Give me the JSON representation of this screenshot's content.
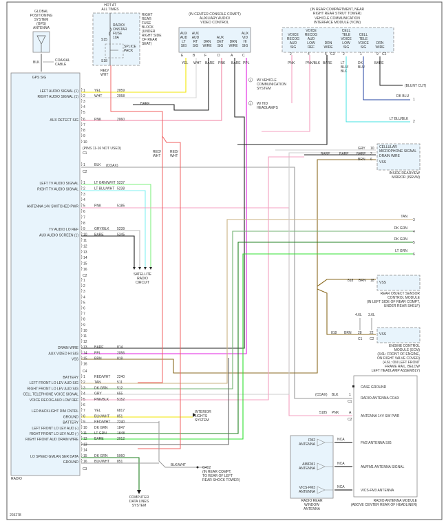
{
  "diagram_id": "203278",
  "components": {
    "gps_antenna": {
      "title": [
        "GLOBAL",
        "POSITIONING",
        "SYSTEM",
        "(GPS)",
        "ANTENNA"
      ],
      "wire_color": "BLK",
      "cable_label": [
        "COAXIAL",
        "CABLE"
      ]
    },
    "fuse_block": {
      "header": [
        "HOT AT",
        "ALL TIMES"
      ],
      "fuse_label": [
        "RADIO/",
        "ONSTAR",
        "FUSE",
        "10A"
      ],
      "splice_top": "S15",
      "splice_bottom": "S18",
      "splice_pack": [
        "SPLICE",
        "PACK"
      ],
      "location": [
        "RIGHT",
        "REAR",
        "FUSE",
        "BLOCK",
        "(UNDER",
        "RIGHT SIDE",
        "OF REAR",
        "SEAT)"
      ],
      "output_wire": [
        "RED/",
        "WHT"
      ]
    },
    "aux_av_control": {
      "location": "(IN CENTER CONSOLE COMPT)",
      "title": [
        "AUXILIARY AUDIO/",
        "VIDEO CONTROL"
      ],
      "pins": [
        {
          "label": [
            "AUX",
            "AUD",
            "LT",
            "SIG"
          ],
          "pin": "E",
          "wire": "YEL",
          "color": "#f2e600"
        },
        {
          "label": [
            "AUX",
            "AUD",
            "RT",
            "SIG"
          ],
          "pin": "B",
          "wire": "WHT",
          "color": "#d8d8d8"
        },
        {
          "label": [
            "DRN",
            "WIRE"
          ],
          "pin": "F",
          "wire": "BARE",
          "color": "#222222"
        },
        {
          "label": [
            "AUX",
            "DET",
            "SIG"
          ],
          "pin": "D",
          "wire": "PNK",
          "color": "#f080a0"
        },
        {
          "label": [
            "DRN",
            "WIRE"
          ],
          "pin": "A",
          "wire": "BARE",
          "color": "#222222"
        },
        {
          "label": [
            "AUX",
            "VID",
            "HI",
            "SIG"
          ],
          "pin": "C",
          "wire": "PPL",
          "color": "#e020e0"
        }
      ]
    },
    "vcim": {
      "location": [
        "(IN REAR COMPARTMENT, NEAR",
        "RIGHT REAR STRUT TOWER)"
      ],
      "title": [
        "VEHICLE COMMUNICATION",
        "INTERFACE MODULE (VCIM)"
      ],
      "pins": [
        {
          "label": [
            "VOICE",
            "RECOG",
            "AUD",
            "SIG"
          ],
          "pin": "2",
          "wire": "PNK",
          "color": "#f4a0c0"
        },
        {
          "label": [
            "VOICE",
            "RECOG",
            "AUD",
            "LOW",
            "REF"
          ],
          "pin": "4",
          "wire": "PNK/BLK",
          "color": "#f4a0c0"
        },
        {
          "label": [
            "DRN",
            "WIRE"
          ],
          "pin": "5",
          "wire": "BARE",
          "color": "#222222",
          "connector": "C3"
        },
        {
          "label": [
            "CELL",
            "TELE",
            "VOICE",
            "LOW",
            "SIG"
          ],
          "pin": "2",
          "wire": "LT BLU/ BLK",
          "color": "#40e0e0"
        },
        {
          "label": [
            "CELL",
            "TELE",
            "VOICE",
            "SIG"
          ],
          "pin": "1",
          "wire": "DK BLU",
          "color": "#2040a0"
        },
        {
          "label": [
            "DRN",
            "WIRE"
          ],
          "pin": "9",
          "wire": "BARE",
          "color": "#222222",
          "connector": "C2"
        }
      ],
      "blunt_cut": "(BLUNT CUT)",
      "outputs": [
        {
          "wire": "DK BLU",
          "pin": "1"
        },
        {
          "wire": "LT BLU/BLK",
          "pin": "2"
        }
      ]
    },
    "notes": [
      {
        "num": "1",
        "text": [
          "W/ VEHICLE",
          "COMMUNICATION",
          "SYSTEM"
        ]
      },
      {
        "num": "2",
        "text": [
          "W/ HID",
          "HEADLAMPS"
        ]
      }
    ],
    "mirror": {
      "pins": [
        {
          "wire": "GRY",
          "pin": "10",
          "label": "CELLULAR MICROPHONE SIGNAL"
        },
        {
          "wire": "BARE",
          "pin": "2",
          "label": "DRAIN WIRE"
        },
        {
          "wire": "BRN",
          "pin": "6",
          "label": "VSS"
        }
      ],
      "cellular_line1": "CELLULAR",
      "cellular_line2": "MICROPHONE SIGNAL",
      "title": [
        "INSIDE REARVIEW",
        "MIRROR (ISRVM)"
      ],
      "bare_labels": [
        "BARE",
        "BARE"
      ]
    },
    "right_outputs": [
      {
        "wire": "TAN",
        "pin": "3",
        "color": "#c8b080"
      },
      {
        "wire": "DK GRN",
        "pin": "4",
        "color": "#70b070"
      },
      {
        "wire": "DK GRN",
        "pin": "5",
        "color": "#208020"
      },
      {
        "wire": "LT GRN",
        "pin": "6",
        "color": "#30e030"
      }
    ],
    "rear_object": {
      "circuit": "818",
      "wire": "BRN",
      "pin": "18",
      "pin_label": "VSS",
      "title": [
        "REAR OBJECT SENSOR",
        "CONTROL MODULE",
        "(IN LEFT SIDE OF REAR COMPT,",
        "UNDER REAR SHELF)"
      ]
    },
    "ecm": {
      "circuit": "818",
      "wire": "BRN",
      "engines": [
        "4.6L",
        "3.6L"
      ],
      "pins": [
        "28",
        "22"
      ],
      "connectors": [
        "C1",
        "C2"
      ],
      "pin_label": "VSS",
      "title": [
        "ENGINE CONTROL",
        "MODULE (ECM)",
        "(3.6L: FRONT OF ENGINE,",
        "ON RIGHT VALVE COVER)",
        "(4.6L: ON LEFT FRONT",
        "FRAME RAIL, BELOW",
        "LEFT HEADLAMP ASSEMBLY)"
      ]
    },
    "antenna_module": {
      "title": [
        "RADIO ANTENNA MODULE",
        "(ABOVE CENTER REAR OF HEADLINER)"
      ],
      "rows": [
        {
          "label": "CASE GROUND"
        },
        {
          "label": "RADIO ANTENNA COAX",
          "wire_note": "(COAX)",
          "wire": "BLK",
          "pin": "1",
          "connector": "C1"
        },
        {
          "label": "ANTENNA 14V SW PWR",
          "circuit": "5185",
          "wire": "PNK",
          "pin": "A",
          "connector": "C2"
        },
        {
          "label": "FM2 ANTENNA SIG",
          "wire": "NCA"
        },
        {
          "label": "AM/FM1 ANTENNA SIGNAL",
          "wire": "NCA"
        },
        {
          "label": "VICS-FM3 ANTENNA",
          "wire": "NCA"
        }
      ]
    },
    "rear_window_antenna": {
      "title": [
        "RADIO REAR",
        "WINDOW",
        "ANTENNA"
      ],
      "items": [
        [
          "FM2",
          "ANTENNA"
        ],
        [
          "AM/FM1",
          "ANTENNA"
        ],
        [
          "VICS-FM3",
          "ANTENNA"
        ]
      ]
    },
    "satellite": [
      "SATELLITE",
      "RADIO",
      "CIRCUIT"
    ],
    "interior_lights": [
      "INTERIOR",
      "LIGHTS",
      "SYSTEM"
    ],
    "computer_data": [
      "COMPUTER",
      "DATA LINES",
      "SYSTEM"
    ],
    "ground": {
      "wire": "BLK/WHT",
      "id": "G402",
      "location": [
        "(IN REAR COMPT,",
        "TO REAR OF LEFT",
        "REAR SHOCK TOWER)"
      ]
    }
  },
  "radio": {
    "title": "RADIO",
    "gps_sig": "GPS SIG",
    "c1": {
      "connector": "C1",
      "note": "(PINS 11-16 NOT USED)",
      "pins": [
        {
          "pin": "1",
          "label": "LEFT AUDIO SIGNAL (1)",
          "wire": "YEL",
          "circuit": "2059"
        },
        {
          "pin": "2",
          "label": "RIGHT AUDIO SIGNAL (1)",
          "wire": "WHT",
          "circuit": "2058"
        },
        {
          "pin": "3"
        },
        {
          "pin": "4"
        },
        {
          "pin": "5"
        },
        {
          "pin": "6",
          "label": "AUX DETECT SIG",
          "wire": "PNK",
          "circuit": "2060"
        },
        {
          "pin": "7"
        },
        {
          "pin": "8"
        },
        {
          "pin": "9"
        },
        {
          "pin": "10"
        }
      ],
      "bare_label": "BARE"
    },
    "coax": {
      "pin": "1",
      "wire": "BLK",
      "note": "(COAX)",
      "connector": "C2"
    },
    "c2": {
      "connector": "C2",
      "pins": [
        {
          "pin": "1",
          "label": "LEFT TV AUDIO SIGNAL",
          "wire": "LT GRN/WHT",
          "circuit": "5237"
        },
        {
          "pin": "2",
          "label": "RIGHT TV AUDIO SIGNAL",
          "wire": "LT BLU/WHT",
          "circuit": "5238"
        },
        {
          "pin": "3"
        },
        {
          "pin": "4"
        },
        {
          "pin": "5",
          "label": "ANTENNA 14V SWITCHED PWR",
          "wire": "PNK",
          "circuit": "5185"
        },
        {
          "pin": "6"
        },
        {
          "pin": "7"
        },
        {
          "pin": "8"
        },
        {
          "pin": "9",
          "label": "TV AUDIO LO REF",
          "wire": "GRY/BLK",
          "circuit": "5239"
        },
        {
          "pin": "10",
          "label": "AUX AUDIO SCREEN (1)",
          "wire": "BARE",
          "circuit": "5345"
        },
        {
          "pin": "11"
        },
        {
          "pin": "12"
        },
        {
          "pin": "13"
        },
        {
          "pin": "14"
        },
        {
          "pin": "15"
        },
        {
          "pin": "16"
        }
      ]
    },
    "c3": {
      "connector": "C2",
      "pins": [
        {
          "pin": "1"
        },
        {
          "pin": "2"
        },
        {
          "pin": "3"
        },
        {
          "pin": "4"
        },
        {
          "pin": "5"
        },
        {
          "pin": "6"
        },
        {
          "pin": "7"
        },
        {
          "pin": "8"
        },
        {
          "pin": "9"
        },
        {
          "pin": "10"
        },
        {
          "pin": "11"
        },
        {
          "pin": "12"
        },
        {
          "pin": "13",
          "label": "DRAIN WIRE",
          "wire": "BARE",
          "circuit": "814"
        },
        {
          "pin": "14",
          "label": "AUX VIDEO HI SIG",
          "wire": "PPL",
          "circuit": "2056"
        },
        {
          "pin": "15",
          "label": "VSS",
          "wire": "BRN",
          "circuit": "818"
        },
        {
          "pin": "16"
        }
      ]
    },
    "c4": {
      "connector": "C4",
      "pins": [
        {
          "pin": "1",
          "label": "BATTERY",
          "wire": "RED/WHT",
          "circuit": "2240"
        },
        {
          "pin": "2",
          "label": "LEFT FRONT LO LEV AUD SIG",
          "wire": "TAN",
          "circuit": "511"
        },
        {
          "pin": "3",
          "label": "RIGHT FRONT LO LEV AUD SIG",
          "wire": "DK GRN",
          "circuit": "512"
        },
        {
          "pin": "4",
          "label": "CELL TELEPHONE VOICE SIGNAL",
          "wire": "GRY",
          "circuit": "655"
        },
        {
          "pin": "5",
          "label": "VOICE RECOG AUD LOW REF",
          "wire": "PNK/BLK",
          "circuit": "5152"
        },
        {
          "pin": "6"
        },
        {
          "pin": "7",
          "label": "LED BACKLIGHT DIM CNTRL",
          "wire": "YEL",
          "circuit": "6817"
        },
        {
          "pin": "8",
          "label": "GROUND",
          "wire": "BLK/WHT",
          "circuit": "851"
        },
        {
          "pin": "9",
          "label": "BATTERY",
          "wire": "RED/WHT",
          "circuit": "2240"
        },
        {
          "pin": "10",
          "label": "LEFT FRONT LO LEV AUD (-)",
          "wire": "DK GRN",
          "circuit": "1847"
        },
        {
          "pin": "11",
          "label": "RIGHT FRONT LO LEV AUD (-)",
          "wire": "LT GRN",
          "circuit": "1848"
        },
        {
          "pin": "12",
          "label": "RIGHT FRONT AUD DRAIN WIRE",
          "wire": "BARE",
          "circuit": "2012"
        },
        {
          "pin": "13"
        },
        {
          "pin": "14"
        },
        {
          "pin": "15",
          "label": "LO SPEED GMLAN SER DATA",
          "wire": "DK GRN",
          "circuit": "5060"
        },
        {
          "pin": "16",
          "label": "GROUND",
          "wire": "BLK/WHT",
          "circuit": "851"
        }
      ],
      "end_connector": "C3"
    }
  }
}
